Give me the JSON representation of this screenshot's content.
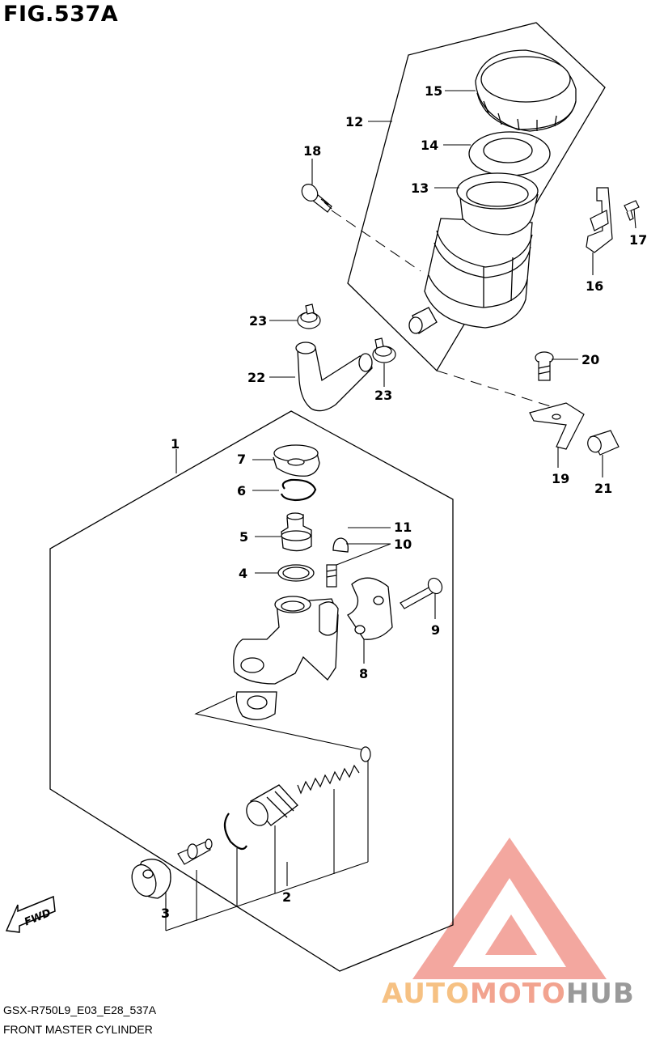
{
  "figure": {
    "title": "FIG.537A",
    "code": "GSX-R750L9_E03_E28_537A",
    "caption": "FRONT MASTER CYLINDER",
    "fwd_label": "FWD"
  },
  "brand": {
    "part1": "AUTO",
    "part2": "MOTO",
    "part3": "HUB",
    "colors": {
      "auto": "#f6c183",
      "moto": "#f2a38f",
      "hub": "#9a9a9a",
      "logo": "#f08a80"
    }
  },
  "callouts": [
    "1",
    "2",
    "3",
    "4",
    "5",
    "6",
    "7",
    "8",
    "9",
    "10",
    "11",
    "12",
    "13",
    "14",
    "15",
    "16",
    "17",
    "18",
    "19",
    "20",
    "21",
    "22",
    "23",
    "23"
  ]
}
